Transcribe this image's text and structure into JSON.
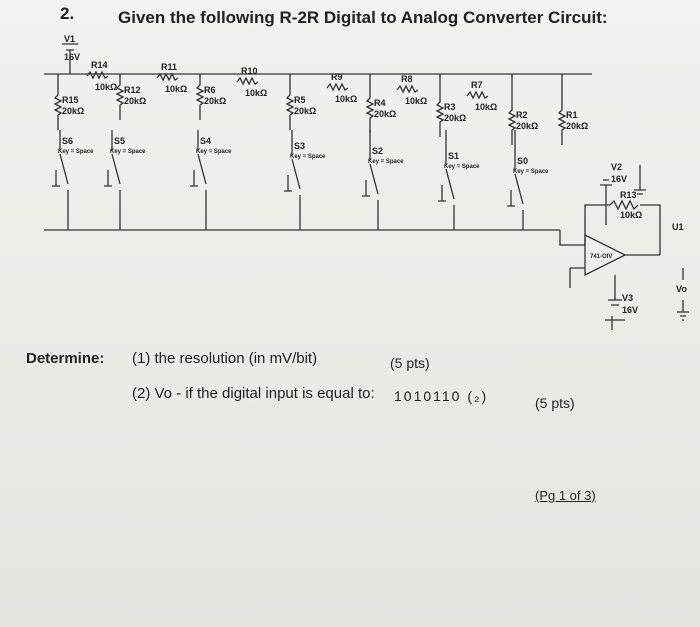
{
  "question": {
    "number": "2.",
    "title": "Given the following R-2R Digital to Analog Converter Circuit:"
  },
  "circuit": {
    "sources": [
      {
        "name": "V1",
        "value": "16V"
      },
      {
        "name": "V2",
        "value": "16V"
      },
      {
        "name": "V3",
        "value": "16V"
      }
    ],
    "series_resistors": [
      {
        "name": "R14",
        "value": "10kΩ"
      },
      {
        "name": "R11",
        "value": "10kΩ"
      },
      {
        "name": "R10",
        "value": "10kΩ"
      },
      {
        "name": "R9",
        "value": "10kΩ"
      },
      {
        "name": "R8",
        "value": "10kΩ"
      },
      {
        "name": "R7",
        "value": "10kΩ"
      }
    ],
    "shunt_resistors": [
      {
        "name": "R15",
        "value": "20kΩ"
      },
      {
        "name": "R12",
        "value": "20kΩ"
      },
      {
        "name": "R6",
        "value": "20kΩ"
      },
      {
        "name": "R5",
        "value": "20kΩ"
      },
      {
        "name": "R4",
        "value": "20kΩ"
      },
      {
        "name": "R3",
        "value": "20kΩ"
      },
      {
        "name": "R2",
        "value": "20kΩ"
      },
      {
        "name": "R1",
        "value": "20kΩ"
      }
    ],
    "switches": [
      {
        "name": "S6",
        "key": "Key = Space"
      },
      {
        "name": "S5",
        "key": "Key = Space"
      },
      {
        "name": "S4",
        "key": "Key = Space"
      },
      {
        "name": "S3",
        "key": "Key = Space"
      },
      {
        "name": "S2",
        "key": "Key = Space"
      },
      {
        "name": "S1",
        "key": "Key = Space"
      },
      {
        "name": "S0",
        "key": "Key = Space"
      }
    ],
    "feedback": {
      "name": "R13",
      "value": "10kΩ"
    },
    "opamp": {
      "name": "U1",
      "model": "741-OIV"
    },
    "output_label": "Vo"
  },
  "determine": {
    "label": "Determine:",
    "items": [
      {
        "text": "(1) the resolution (in mV/bit)",
        "points": "(5 pts)"
      },
      {
        "text": "(2) Vo - if the digital input is equal to:",
        "input": "1010110 (₂)",
        "points": "(5 pts)"
      }
    ]
  },
  "page": "(Pg 1 of 3)"
}
